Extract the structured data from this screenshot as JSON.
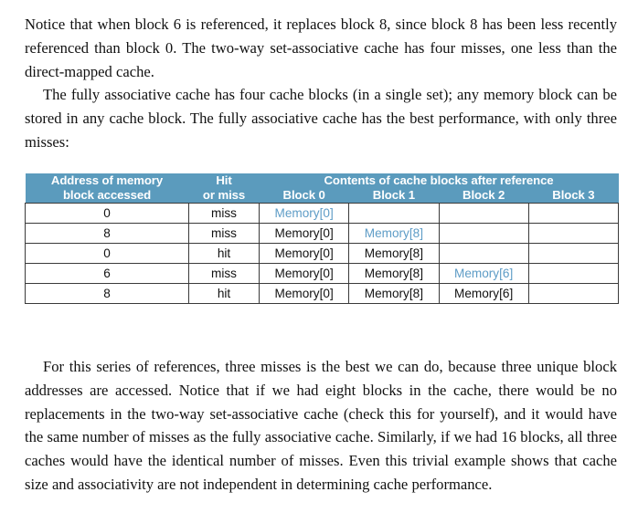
{
  "paragraphs": {
    "top": [
      "Notice that when block 6 is referenced, it replaces block 8, since block 8 has been less recently referenced than block 0. The two-way set-associative cache has four misses, one less than the direct-mapped cache.",
      "The fully associative cache has four cache blocks (in a single set); any memory block can be stored in any cache block. The fully associative cache has the best performance, with only three misses:"
    ],
    "bottom": [
      "For this series of references, three misses is the best we can do, because three unique block addresses are accessed. Notice that if we had eight blocks in the cache, there would be no replacements in the two-way set-associative cache (check this for yourself), and it would have the same number of misses as the fully associative cache. Similarly, if we had 16 blocks, all three caches would have the identical number of misses. Even this trivial example shows that cache size and associativity are not independent in determining cache performance."
    ]
  },
  "table": {
    "header": {
      "address_line1": "Address of memory",
      "address_line2": "block accessed",
      "hit_line1": "Hit",
      "hit_line2": "or miss",
      "contents_group": "Contents of cache blocks after reference",
      "block_0": "Block 0",
      "block_1": "Block 1",
      "block_2": "Block 2",
      "block_3": "Block 3"
    },
    "colors": {
      "header_background": "#5b9bbd",
      "header_text": "#ffffff",
      "new_entry_text": "#5e9cc6",
      "existing_entry_text": "#111111",
      "cell_border": "#3a3a3a"
    },
    "rows": [
      {
        "address": "0",
        "hit_or_miss": "miss",
        "blocks": [
          {
            "text": "Memory[0]",
            "state": "new"
          },
          {
            "text": "",
            "state": "blank"
          },
          {
            "text": "",
            "state": "blank"
          },
          {
            "text": "",
            "state": "blank"
          }
        ]
      },
      {
        "address": "8",
        "hit_or_miss": "miss",
        "blocks": [
          {
            "text": "Memory[0]",
            "state": "old"
          },
          {
            "text": "Memory[8]",
            "state": "new"
          },
          {
            "text": "",
            "state": "blank"
          },
          {
            "text": "",
            "state": "blank"
          }
        ]
      },
      {
        "address": "0",
        "hit_or_miss": "hit",
        "blocks": [
          {
            "text": "Memory[0]",
            "state": "old"
          },
          {
            "text": "Memory[8]",
            "state": "old"
          },
          {
            "text": "",
            "state": "blank"
          },
          {
            "text": "",
            "state": "blank"
          }
        ]
      },
      {
        "address": "6",
        "hit_or_miss": "miss",
        "blocks": [
          {
            "text": "Memory[0]",
            "state": "old"
          },
          {
            "text": "Memory[8]",
            "state": "old"
          },
          {
            "text": "Memory[6]",
            "state": "new"
          },
          {
            "text": "",
            "state": "blank"
          }
        ]
      },
      {
        "address": "8",
        "hit_or_miss": "hit",
        "blocks": [
          {
            "text": "Memory[0]",
            "state": "old"
          },
          {
            "text": "Memory[8]",
            "state": "old"
          },
          {
            "text": "Memory[6]",
            "state": "old"
          },
          {
            "text": "",
            "state": "blank"
          }
        ]
      }
    ]
  }
}
